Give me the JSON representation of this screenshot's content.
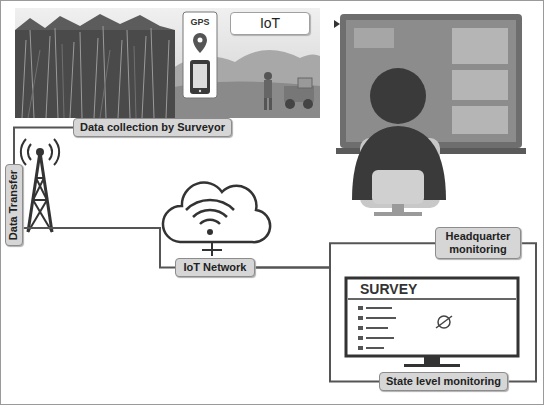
{
  "diagram": {
    "nodes": [
      {
        "text": [
          "IoT"
        ]
      },
      {
        "text": [
          "Data collection by Surveyor"
        ]
      },
      {
        "text": [
          "Data Transfer"
        ]
      },
      {
        "text": [
          "IoT Network"
        ]
      },
      {
        "text": [
          "Headquarter monitoring"
        ]
      },
      {
        "text": [
          "State level monitoring"
        ]
      }
    ],
    "edges": [
      {
        "from": 1,
        "to": 2,
        "arrow": "none"
      },
      {
        "from": 2,
        "to": 3,
        "arrow": "none"
      },
      {
        "from": 3,
        "to": 4,
        "arrow": "none"
      },
      {
        "from": 3,
        "to": 5,
        "arrow": "none"
      },
      {
        "from": 4,
        "to": 5,
        "arrow": "none"
      }
    ],
    "labels": [
      "GPS",
      "SURVEY"
    ]
  }
}
